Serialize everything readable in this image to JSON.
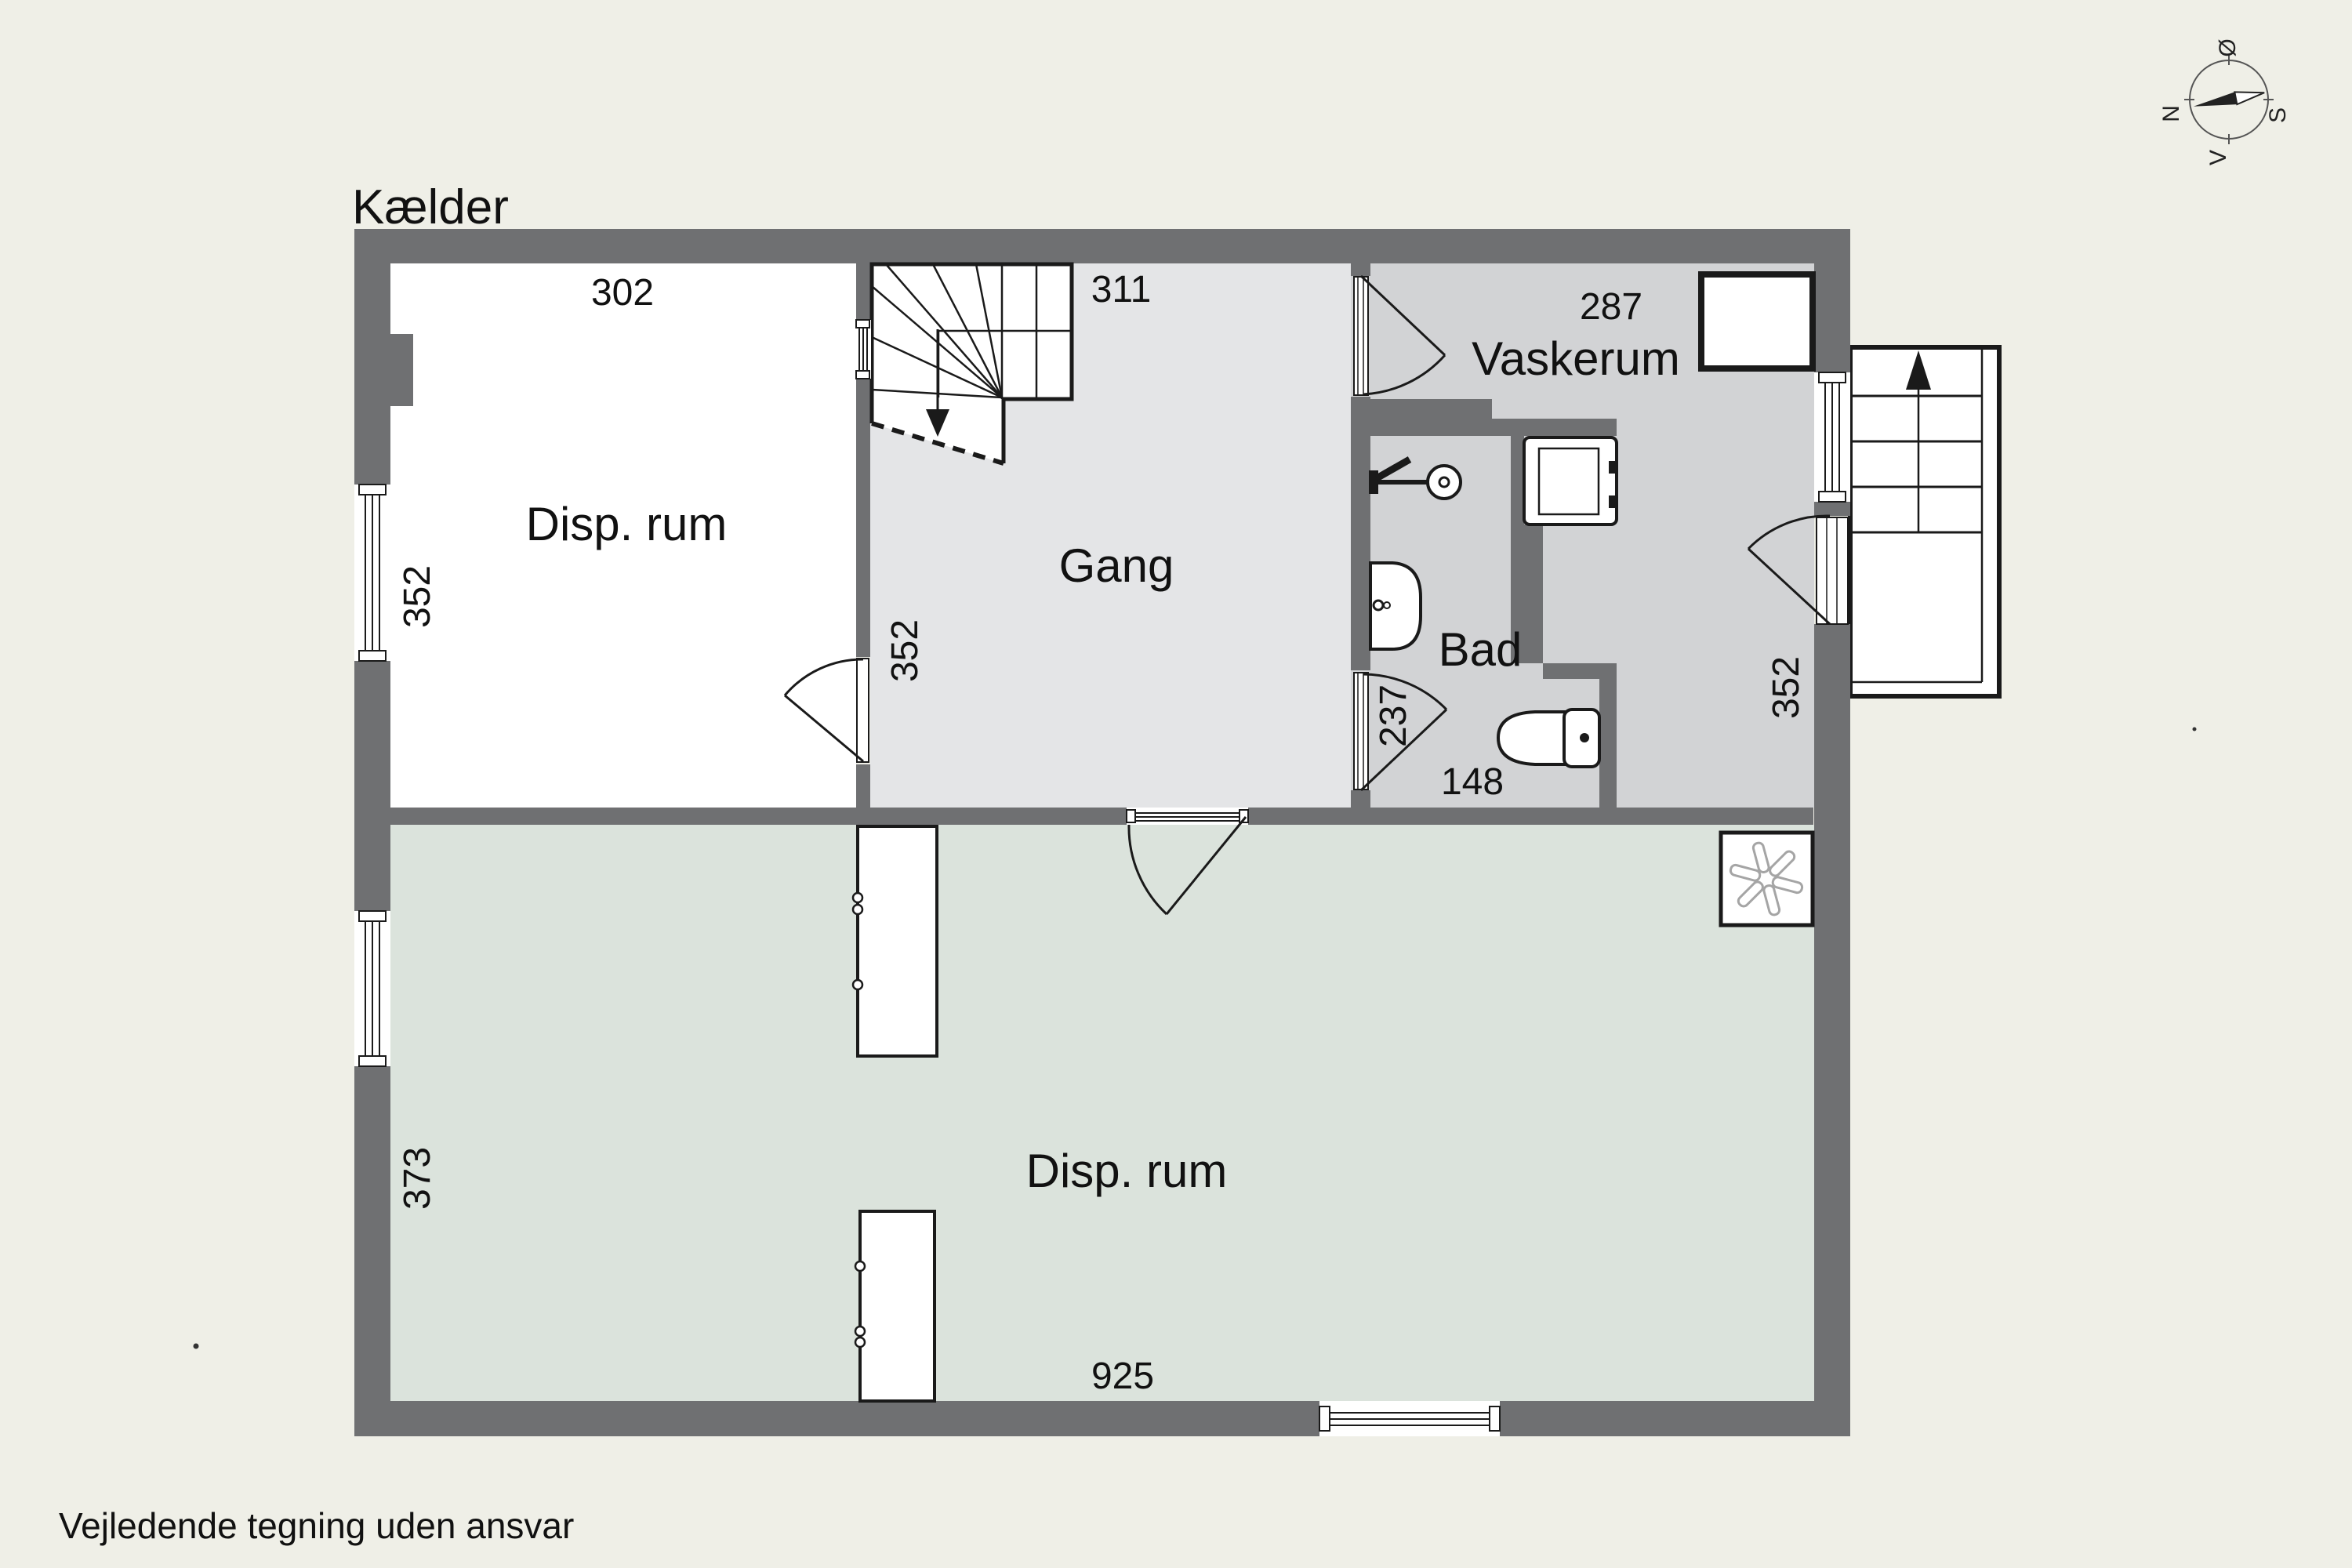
{
  "title": "Kælder",
  "disclaimer": "Vejledende tegning uden ansvar",
  "compass": {
    "north": "N",
    "east": "Ø",
    "south": "S",
    "west": "V"
  },
  "rooms": {
    "disp_top": {
      "label": "Disp. rum",
      "dim_w": "302",
      "dim_h": "352"
    },
    "gang": {
      "label": "Gang",
      "dim_w": "311",
      "dim_h": "352"
    },
    "vaskerum": {
      "label": "Vaskerum",
      "dim_w": "287",
      "dim_h": "352"
    },
    "bad": {
      "label": "Bad",
      "dim_w": "148",
      "dim_h": "237"
    },
    "disp_bottom": {
      "label": "Disp. rum",
      "dim_w": "925",
      "dim_h": "373"
    }
  },
  "icons": [
    "compass-rose-icon",
    "stairs-winder-icon",
    "stairs-exterior-icon",
    "shower-icon",
    "sink-icon",
    "toilet-icon",
    "washing-machine-icon",
    "appliance-box-icon",
    "fan-icon",
    "down-arrow-icon",
    "up-arrow-icon"
  ],
  "colors": {
    "wall": "#6F7072",
    "outside": "#EFEFE7",
    "disp_top_floor": "#FFFFFF",
    "gang_floor": "#E4E5E7",
    "service_floor": "#D2D3D5",
    "disp_bottom_floor": "#DBE3DC",
    "line": "#1A1A1A"
  }
}
